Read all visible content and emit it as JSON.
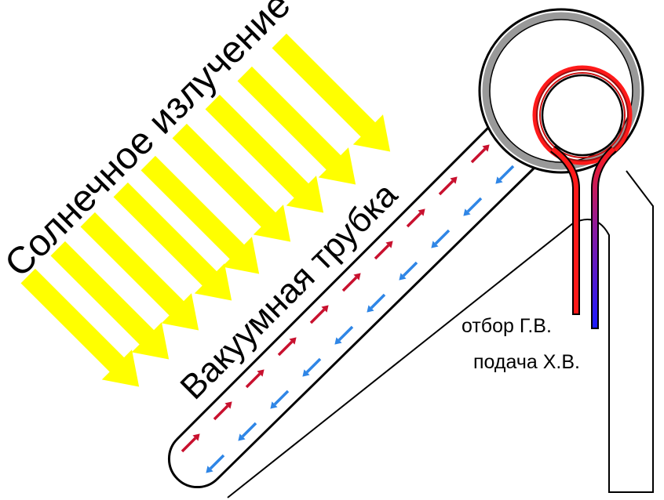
{
  "labels": {
    "solar": "Солнечное излучение",
    "tube": "Вакуумная трубка",
    "hot_out": "отбор Г.В.",
    "cold_in": "подача Х.В."
  },
  "colors": {
    "ray": "#ffff00",
    "hot": "#ff1a1a",
    "cold": "#1a1aff",
    "arrow_up": "#c8102e",
    "arrow_down": "#2f86e6",
    "tank_ring": "#999999"
  },
  "icons": {
    "sun_rays": "arrow-ray-icon",
    "flow_up": "arrow-up-right-icon",
    "flow_down": "arrow-down-left-icon"
  }
}
